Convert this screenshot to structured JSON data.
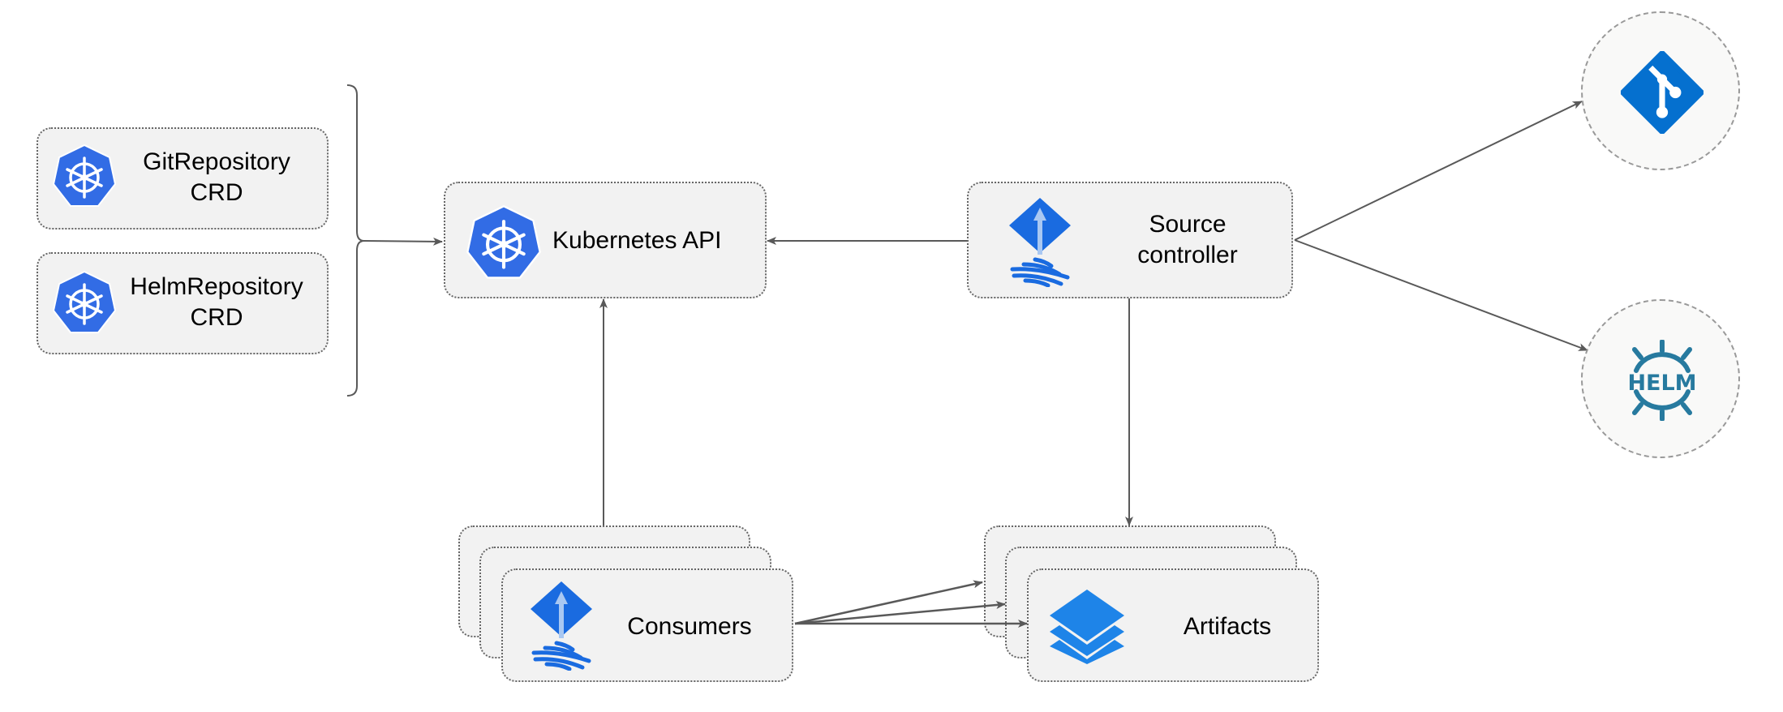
{
  "nodes": {
    "git_crd": {
      "line1": "GitRepository",
      "line2": "CRD",
      "icon": "kubernetes-icon"
    },
    "helm_crd": {
      "line1": "HelmRepository",
      "line2": "CRD",
      "icon": "kubernetes-icon"
    },
    "kube_api": {
      "label": "Kubernetes API",
      "icon": "kubernetes-icon"
    },
    "source_controller": {
      "line1": "Source",
      "line2": "controller",
      "icon": "flux-icon"
    },
    "consumers": {
      "label": "Consumers",
      "icon": "flux-icon"
    },
    "artifacts": {
      "label": "Artifacts",
      "icon": "layers-icon"
    },
    "git": {
      "icon": "git-icon"
    },
    "helm": {
      "icon": "helm-icon",
      "text": "HELM"
    }
  },
  "colors": {
    "kube_blue": "#326CE5",
    "flux_blue": "#1A6BE0",
    "git_blue": "#0570CF",
    "helm_teal": "#277A9F",
    "artifact_blue": "#1E84E8",
    "edge": "#595959",
    "box_fill": "#F2F2F2"
  }
}
